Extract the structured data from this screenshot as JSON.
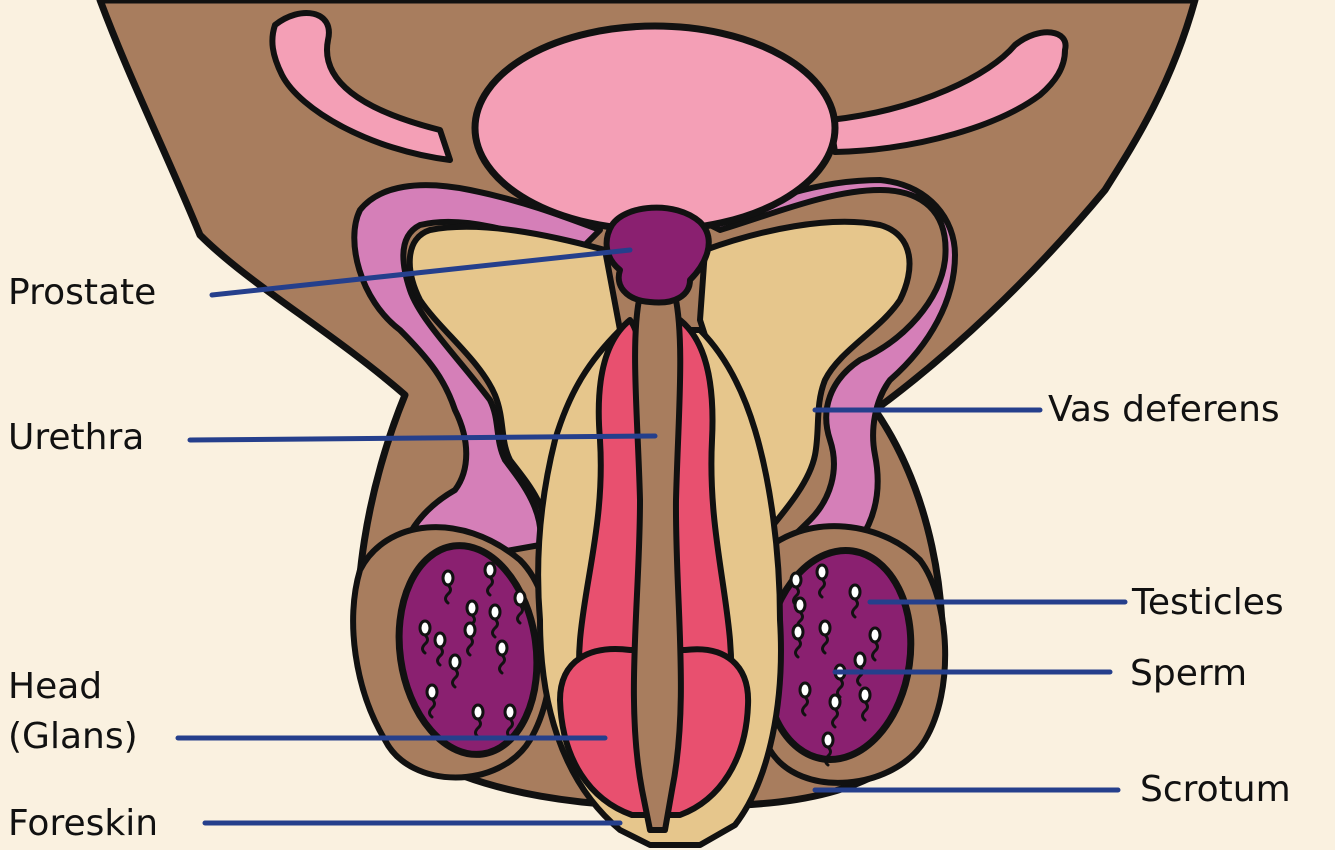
{
  "colors": {
    "background": "#faf1e0",
    "skin": "#a87d5e",
    "bladder": "#f49fb6",
    "seminal_tract": "#d57fb8",
    "inner_tissue": "#e6c68c",
    "prostate": "#8a2070",
    "shaft_tissue": "#e8506f",
    "testicle": "#8a2070",
    "leader_line": "#253f8c",
    "outline": "#111111"
  },
  "labels": {
    "prostate": "Prostate",
    "urethra": "Urethra",
    "vas_deferens": "Vas deferens",
    "testicles": "Testicles",
    "sperm": "Sperm",
    "head_line1": "Head",
    "head_line2": "(Glans)",
    "scrotum": "Scrotum",
    "foreskin": "Foreskin"
  }
}
